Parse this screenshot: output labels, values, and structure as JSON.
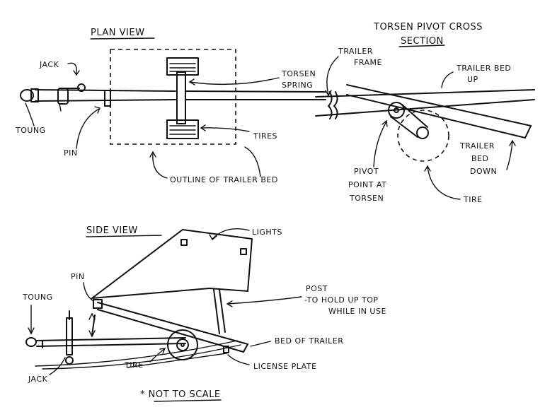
{
  "plan_view": {
    "title": "PLAN VIEW",
    "labels": {
      "jack": "JACK",
      "toung": "TOUNG",
      "pin": "PIN",
      "torsen_spring_1": "TORSEN",
      "torsen_spring_2": "SPRING",
      "tires": "TIRES",
      "outline": "OUTLINE OF TRAILER BED"
    }
  },
  "cross_section": {
    "title_1": "TORSEN PIVOT CROSS",
    "title_2": "SECTION",
    "labels": {
      "frame_1": "TRAILER",
      "frame_2": "FRAME",
      "bed_up_1": "TRAILER BED",
      "bed_up_2": "UP",
      "pivot_1": "PIVOT",
      "pivot_2": "POINT AT",
      "pivot_3": "TORSEN",
      "bed_down_1": "TRAILER",
      "bed_down_2": "BED",
      "bed_down_3": "DOWN",
      "tire": "TIRE"
    }
  },
  "side_view": {
    "title": "SIDE VIEW",
    "labels": {
      "lights": "LIGHTS",
      "pin": "PIN",
      "toung": "TOUNG",
      "post_1": "POST",
      "post_2": "-TO HOLD UP TOP",
      "post_3": "WHILE IN USE",
      "bed": "BED OF TRAILER",
      "jack": "JACK",
      "tire": "TIRE",
      "plate": "LICENSE PLATE"
    }
  },
  "footnote": "* NOT TO SCALE"
}
